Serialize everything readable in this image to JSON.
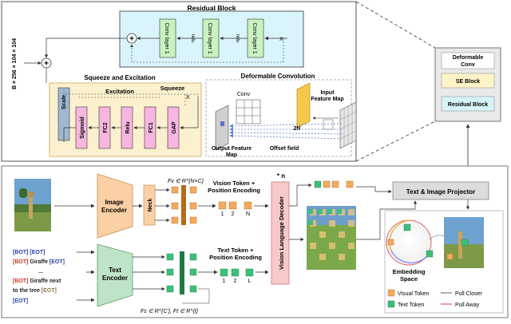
{
  "residual_block": {
    "title": "Residual Block",
    "conv_layers": [
      "Conv layer 1",
      "Conv layer 1",
      "Conv layer 1"
    ],
    "relu_labels": [
      "relu",
      "relu"
    ],
    "x_mark": "X"
  },
  "shape_label": "B × 256 × 104 × 104",
  "squeeze_excitation": {
    "title": "Squeeze and Excitation",
    "excitation_label": "Excitation",
    "squeeze_label": "Squeeze",
    "scale": "Scale",
    "blocks": [
      "Sigmoid",
      "FC2",
      "Relu",
      "FC1",
      "GAP"
    ],
    "x_mark": "X"
  },
  "deformable_conv": {
    "title": "Deformable Convolution",
    "conv_label": "Conv",
    "input_map_label": [
      "Input",
      "Feature Map"
    ],
    "output_map_label": [
      "Output Feature",
      "Map"
    ],
    "offset_label": "Offset field",
    "two_n": "2N"
  },
  "legend_panel": {
    "items": [
      "Deformable Conv",
      "SE Block",
      "Residual Block"
    ],
    "item_colors": [
      "#ffffff",
      "#fdf3c7",
      "#d6f3f8"
    ]
  },
  "pipeline": {
    "image_encoder": "Image Encoder",
    "text_encoder": "Text Encoder",
    "neck": "Neck",
    "fv_formula": "Fv ∈ R^{N×C}",
    "vision_token_label": [
      "Vision Token +",
      "Position Encoding"
    ],
    "vision_indices": [
      "1",
      "2",
      "N"
    ],
    "text_token_label": [
      "Text Token +",
      "Position Encoding"
    ],
    "text_indices": [
      "1",
      "2",
      "L"
    ],
    "decoder": "Vision Language Decoder",
    "repeat": "* n",
    "projector": "Text & Image Projector",
    "embedding_space": [
      "Embedding",
      "Space"
    ],
    "bottom_formula": "Fs ∈ R^{C'}, Ft ∈ R^{t}",
    "text_prompts": [
      {
        "parts": [
          [
            "[BOT]",
            "#2a3fb0"
          ],
          [
            " [EOT]",
            "#2a3fb0"
          ]
        ]
      },
      {
        "parts": [
          [
            "[BOT]",
            "#c0392b"
          ],
          [
            " Giraffe ",
            "#222222"
          ],
          [
            "[EOT]",
            "#2a3fb0"
          ]
        ]
      },
      {
        "parts": [
          [
            "...",
            "#222222"
          ]
        ]
      },
      {
        "parts": [
          [
            "[BOT]",
            "#c0392b"
          ],
          [
            " Giraffe next",
            "#222222"
          ]
        ]
      },
      {
        "parts": [
          [
            "to the tree ",
            "#222222"
          ],
          [
            "[EOT]",
            "#8a7a4a"
          ]
        ]
      },
      {
        "parts": [
          [
            "[EOT]",
            "#2a3fb0"
          ]
        ]
      }
    ]
  },
  "legend": {
    "visual_token": "Visual Token",
    "text_token": "Text Token",
    "pull_closer": "Pull Closer",
    "pull_away": "Pull Away",
    "colors": {
      "visual": "#f5a95c",
      "text": "#3dbf7a",
      "closer": "#7a7a7a",
      "away": "#e06060"
    }
  },
  "colors": {
    "residual_bg": "#d9f5fb",
    "conv_green": "#c9f2c0",
    "se_bg": "#fcf1cf",
    "pink": "#f7b6df",
    "scale_blue": "#9fb8d4",
    "encoder_orange": "#fbd0a6",
    "encoder_green": "#bfe3c6",
    "decoder_pink": "#f8c9c9"
  }
}
